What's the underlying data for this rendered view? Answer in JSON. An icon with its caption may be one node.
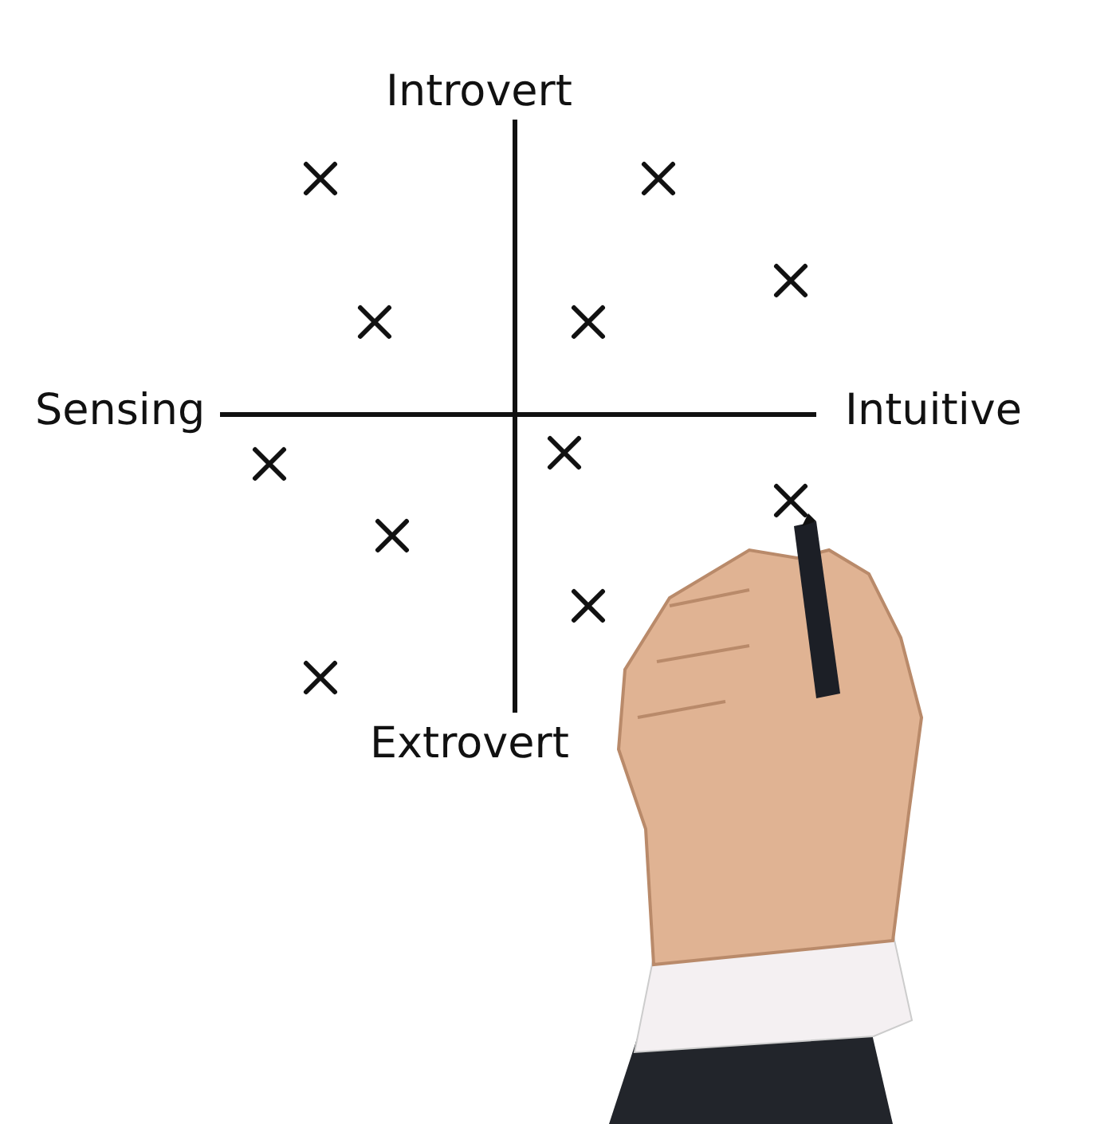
{
  "diagram": {
    "labels": [
      "Introvert",
      "Sensing",
      "Intuitive",
      "Extrovert"
    ]
  }
}
